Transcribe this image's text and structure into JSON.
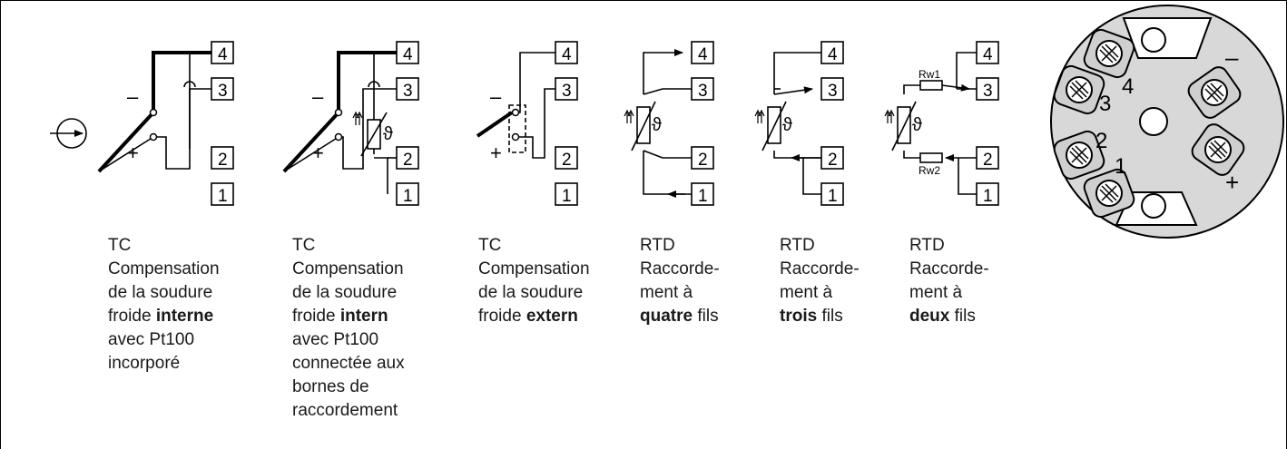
{
  "terminals": [
    "4",
    "3",
    "2",
    "1"
  ],
  "polarity": {
    "minus": "–",
    "plus": "+"
  },
  "temperature_symbol": "ϑ",
  "resistors": {
    "rw1": "Rw1",
    "rw2": "Rw2"
  },
  "captions": [
    {
      "type": "TC",
      "lines": [
        "Compensation",
        "de la soudure"
      ],
      "bold_line_prefix": "froide ",
      "bold": "interne",
      "tail_lines": [
        "avec Pt100",
        "incorporé"
      ]
    },
    {
      "type": "TC",
      "lines": [
        "Compensation",
        "de la soudure"
      ],
      "bold_line_prefix": "froide ",
      "bold": "intern",
      "tail_lines": [
        "avec Pt100",
        "connectée aux",
        "bornes de",
        "raccordement"
      ]
    },
    {
      "type": "TC",
      "lines": [
        "Compensation",
        "de la soudure"
      ],
      "bold_line_prefix": "froide ",
      "bold": "extern",
      "tail_lines": []
    },
    {
      "type": "RTD",
      "lines": [
        "Raccorde-",
        "ment à"
      ],
      "bold": "quatre",
      "bold_line_suffix": " fils",
      "tail_lines": []
    },
    {
      "type": "RTD",
      "lines": [
        "Raccorde-",
        "ment à"
      ],
      "bold": "trois",
      "bold_line_suffix": " fils",
      "tail_lines": []
    },
    {
      "type": "RTD",
      "lines": [
        "Raccorde-",
        "ment à"
      ],
      "bold": "deux",
      "bold_line_suffix": " fils",
      "tail_lines": []
    }
  ],
  "head_terminal_numbers": [
    "4",
    "3",
    "2",
    "1"
  ],
  "head_polarity": {
    "minus": "–",
    "plus": "+"
  }
}
